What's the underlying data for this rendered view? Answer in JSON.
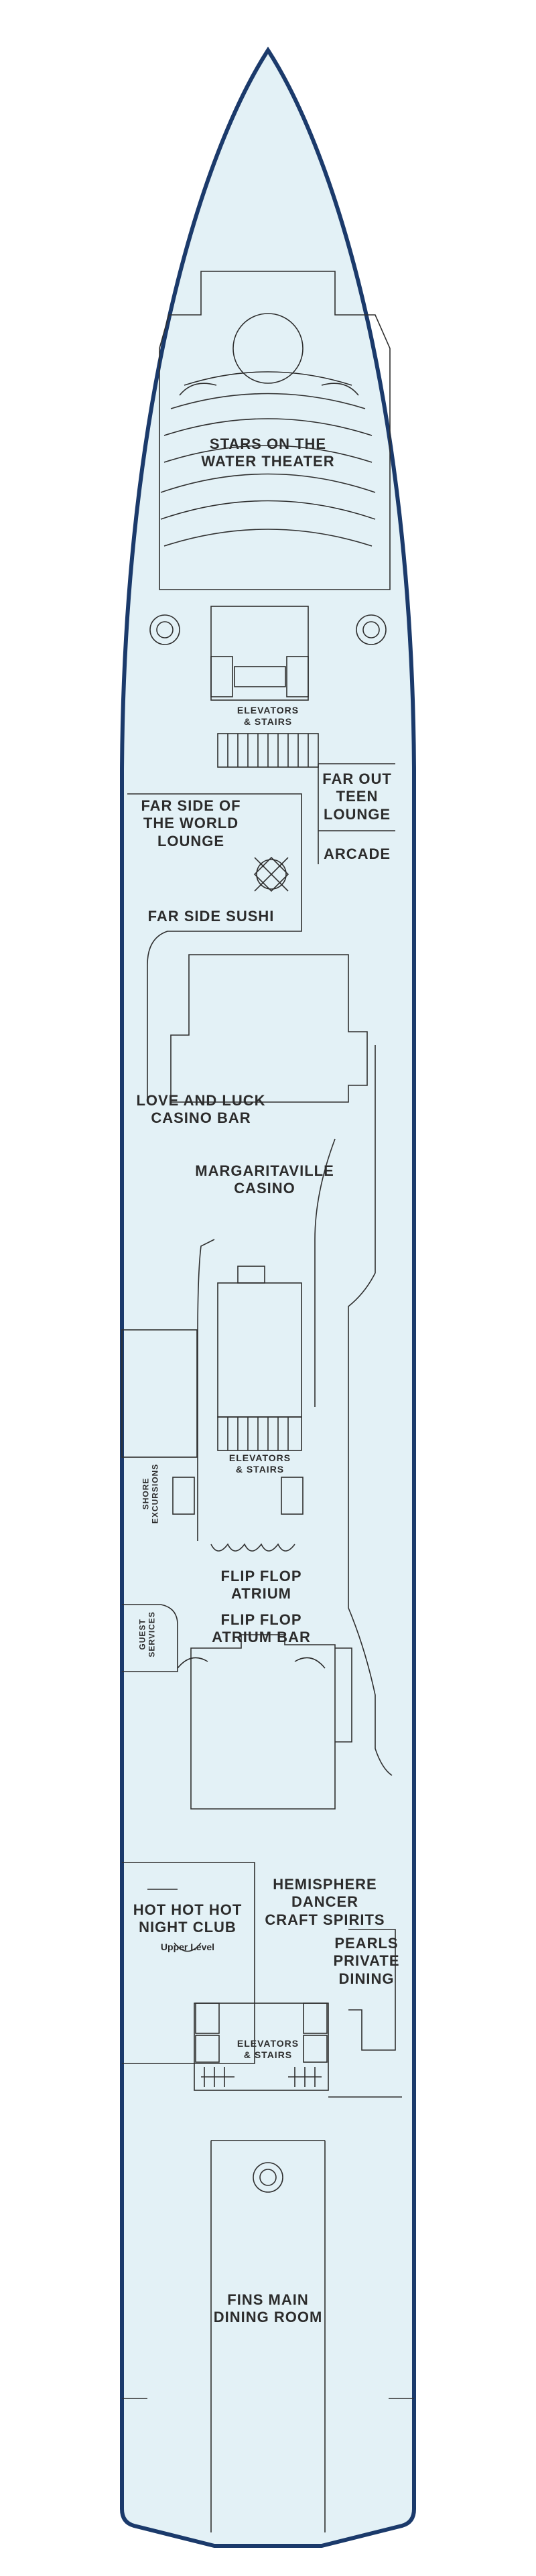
{
  "deck": {
    "venues": {
      "theater": [
        "STARS ON THE",
        "WATER THEATER"
      ],
      "teen_lounge": [
        "FAR OUT",
        "TEEN",
        "LOUNGE"
      ],
      "arcade": "ARCADE",
      "far_side_lounge": [
        "FAR SIDE OF",
        "THE WORLD",
        "LOUNGE"
      ],
      "far_side_sushi": "FAR SIDE SUSHI",
      "casino_bar": [
        "LOVE AND LUCK",
        "CASINO BAR"
      ],
      "casino": [
        "MARGARITAVILLE",
        "CASINO"
      ],
      "shore_excursions": [
        "SHORE",
        "EXCURSIONS"
      ],
      "atrium": [
        "FLIP FLOP",
        "ATRIUM"
      ],
      "atrium_bar": [
        "FLIP FLOP",
        "ATRIUM BAR"
      ],
      "guest_services": [
        "GUEST",
        "SERVICES"
      ],
      "hemisphere": [
        "HEMISPHERE",
        "DANCER",
        "CRAFT SPIRITS"
      ],
      "night_club": [
        "HOT HOT HOT",
        "NIGHT CLUB"
      ],
      "night_club_note": "Upper Level",
      "pearls": [
        "PEARLS",
        "PRIVATE",
        "DINING"
      ],
      "dining_room": [
        "FINS MAIN",
        "DINING ROOM"
      ],
      "elevators_fwd": [
        "ELEVATORS",
        "& STAIRS"
      ],
      "elevators_mid": [
        "ELEVATORS",
        "& STAIRS"
      ],
      "elevators_aft": [
        "ELEVATORS",
        "& STAIRS"
      ]
    },
    "colors": {
      "hull_outline": "#1b3a6b",
      "deck_fill": "#e3f1f6",
      "walls": "#2f2f2f",
      "text": "#2c2c2c"
    }
  }
}
